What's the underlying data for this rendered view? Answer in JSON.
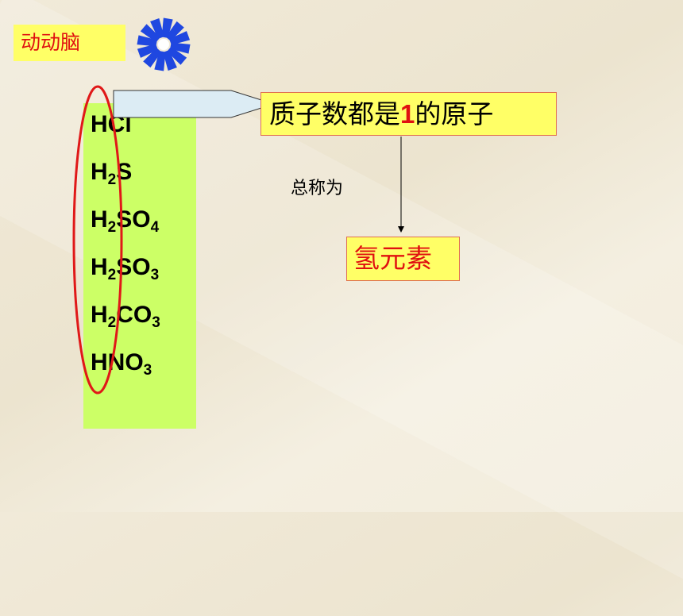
{
  "title_badge": "动动脑",
  "formulas": [
    {
      "base": "HCl",
      "sub": "",
      "rest": ""
    },
    {
      "base": "H",
      "sub": "2",
      "rest": "S"
    },
    {
      "base": "H",
      "sub": "2",
      "rest": "SO",
      "sub2": "4"
    },
    {
      "base": "H",
      "sub": "2",
      "rest": "SO",
      "sub2": "3"
    },
    {
      "base": "H",
      "sub": "2",
      "rest": "CO",
      "sub2": "3"
    },
    {
      "base": "HNO",
      "sub": "3",
      "rest": ""
    }
  ],
  "definition": {
    "prefix": "质子数都是",
    "number": "1",
    "suffix": "的原子"
  },
  "called_label": "总称为",
  "result": "氢元素",
  "colors": {
    "yellow": "#ffff66",
    "green_panel": "#ccff66",
    "red": "#e01010",
    "ring": "#e01818",
    "spinner": "#1f47e0"
  },
  "icons": [
    "spinner-icon",
    "arrow-callout",
    "down-arrow",
    "selection-ellipse"
  ]
}
